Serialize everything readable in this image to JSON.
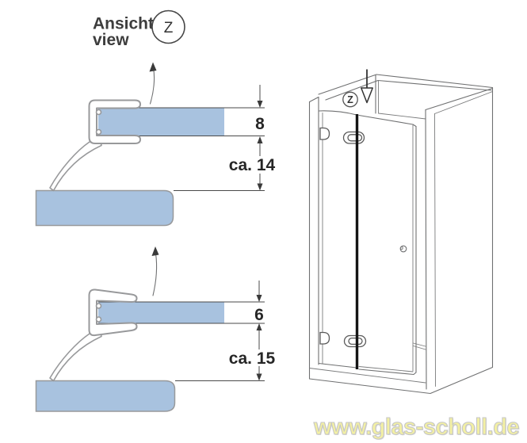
{
  "view_label": {
    "line1": "Ansicht",
    "line2": "view",
    "marker": "Z"
  },
  "detail_top": {
    "glass_thickness": "8",
    "gap": "ca. 14"
  },
  "detail_bottom": {
    "glass_thickness": "6",
    "gap": "ca. 15"
  },
  "enclosure": {
    "view_marker": "Z"
  },
  "watermark": {
    "text": "www.glas-scholl.de"
  },
  "colors": {
    "glass_blue": "#a8c2df",
    "profile_gray": "#98999b",
    "line_gray": "#6f7071",
    "dimension_dark": "#2f2f2f",
    "watermark_yellow": "#f3f0a3",
    "watermark_outline": "#c6c6c6"
  }
}
